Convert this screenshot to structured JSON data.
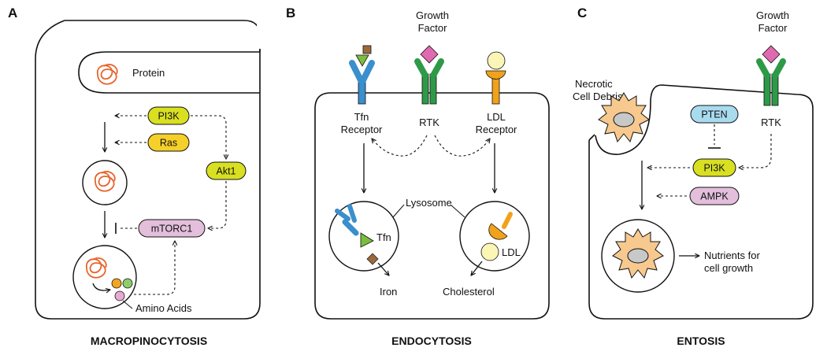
{
  "panels": {
    "a": {
      "letter": "A",
      "title": "MACROPINOCYTOSIS",
      "protein_label": "Protein",
      "pi3k": "PI3K",
      "ras": "Ras",
      "akt1": "Akt1",
      "mtorc1": "mTORC1",
      "amino_acids": "Amino Acids"
    },
    "b": {
      "letter": "B",
      "title": "ENDOCYTOSIS",
      "growth_factor": [
        "Growth",
        "Factor"
      ],
      "tfn_receptor": [
        "Tfn",
        "Receptor"
      ],
      "rtk": "RTK",
      "ldl_receptor": [
        "LDL",
        "Receptor"
      ],
      "lysosome": "Lysosome",
      "tfn": "Tfn",
      "ldl": "LDL",
      "iron": "Iron",
      "cholesterol": "Cholesterol"
    },
    "c": {
      "letter": "C",
      "title": "ENTOSIS",
      "growth_factor": [
        "Growth",
        "Factor"
      ],
      "necrotic": [
        "Necrotic",
        "Cell Debris"
      ],
      "pten": "PTEN",
      "rtk": "RTK",
      "pi3k": "PI3K",
      "ampk": "AMPK",
      "nutrients": [
        "Nutrients for",
        "cell growth"
      ]
    }
  },
  "colors": {
    "pi3k_ras_akt": "#d8e021",
    "ras": "#f5d02a",
    "mtorc1_ampk": "#e3bfdc",
    "pten": "#a9dbef",
    "receptor_blue": "#3a8fcc",
    "receptor_green": "#2e9a47",
    "receptor_orange": "#f0a21a",
    "growth_factor": "#e06ab0",
    "necrotic_cell": "#f7c98e",
    "protein": "#e8642c"
  }
}
